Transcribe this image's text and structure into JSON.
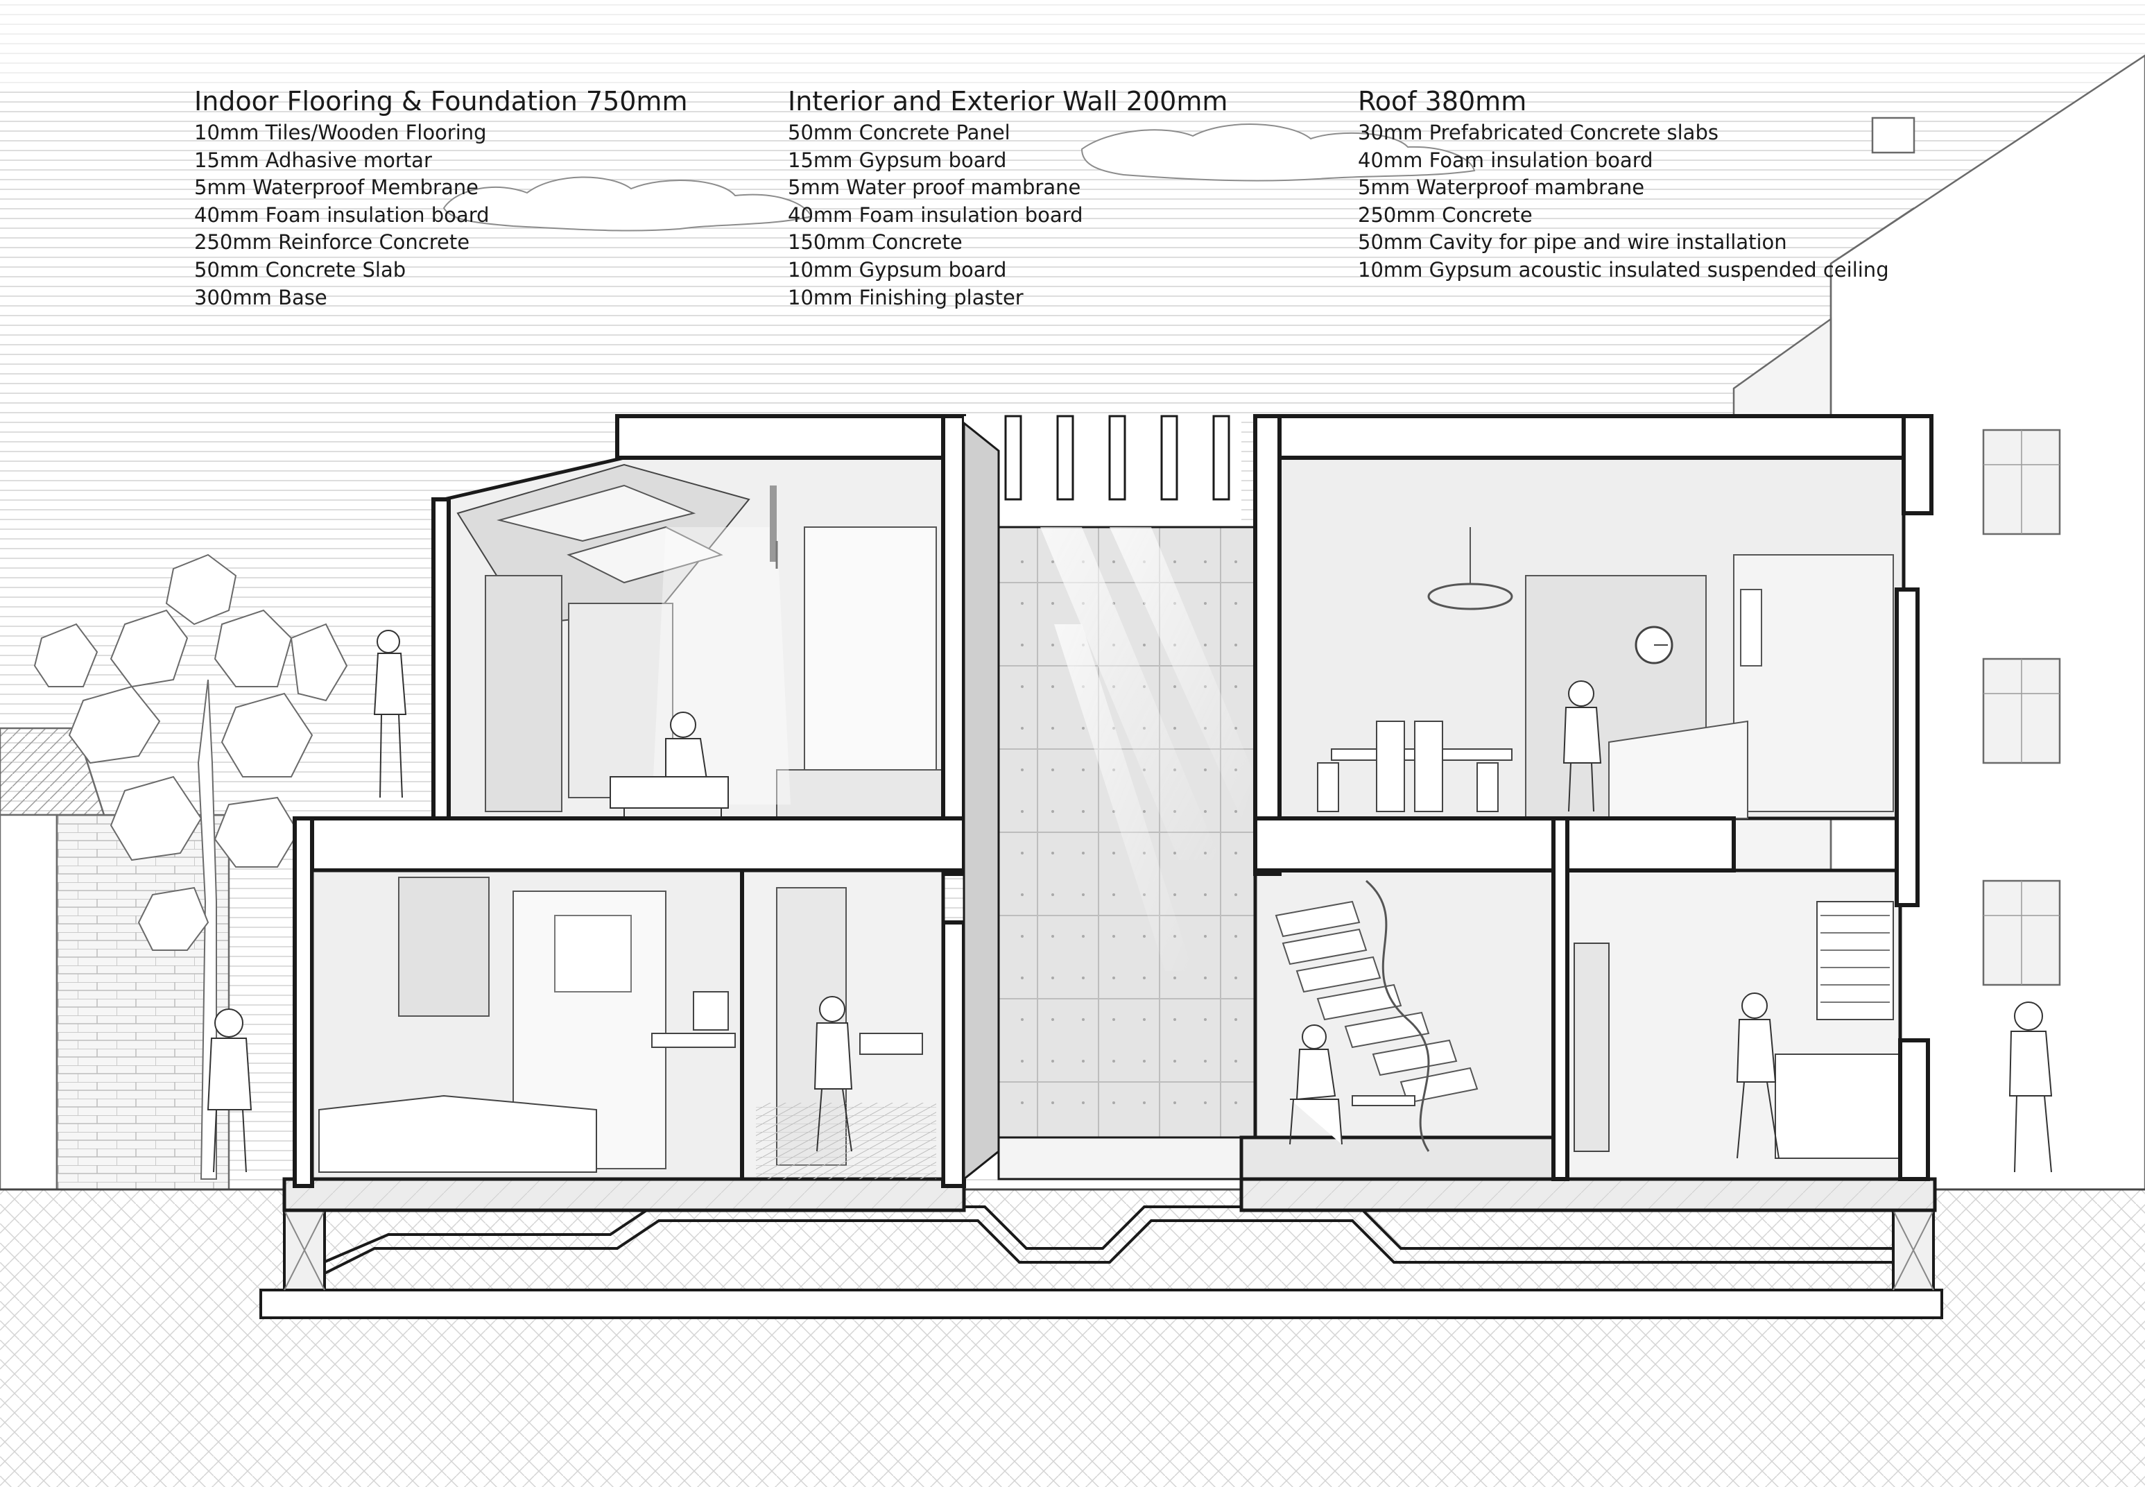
{
  "spec_blocks": [
    {
      "title": "Indoor Flooring & Foundation 750mm",
      "lines": [
        "10mm Tiles/Wooden Flooring",
        "15mm Adhasive mortar",
        "5mm Waterproof Membrane",
        "40mm Foam insulation board",
        "250mm Reinforce Concrete",
        "50mm Concrete Slab",
        "300mm Base"
      ]
    },
    {
      "title": "Interior and Exterior Wall 200mm",
      "lines": [
        "50mm Concrete Panel",
        "15mm Gypsum board",
        "5mm Water proof mambrane",
        "40mm Foam insulation board",
        "150mm Concrete",
        "10mm Gypsum board",
        "10mm Finishing plaster"
      ]
    },
    {
      "title": "Roof 380mm",
      "lines": [
        "30mm Prefabricated Concrete slabs",
        "40mm Foam insulation board",
        "5mm Waterproof mambrane",
        "250mm Concrete",
        "50mm Cavity for pipe and wire installation",
        "10mm Gypsum acoustic insulated suspended ceiling"
      ]
    }
  ],
  "colors": {
    "ink": "#1a1a1a",
    "wall_fill": "#e6e6e6",
    "room_fill": "#eeeeee",
    "courtyard_fill": "#d9d9d9",
    "sky_line": "#d4d4d4"
  }
}
